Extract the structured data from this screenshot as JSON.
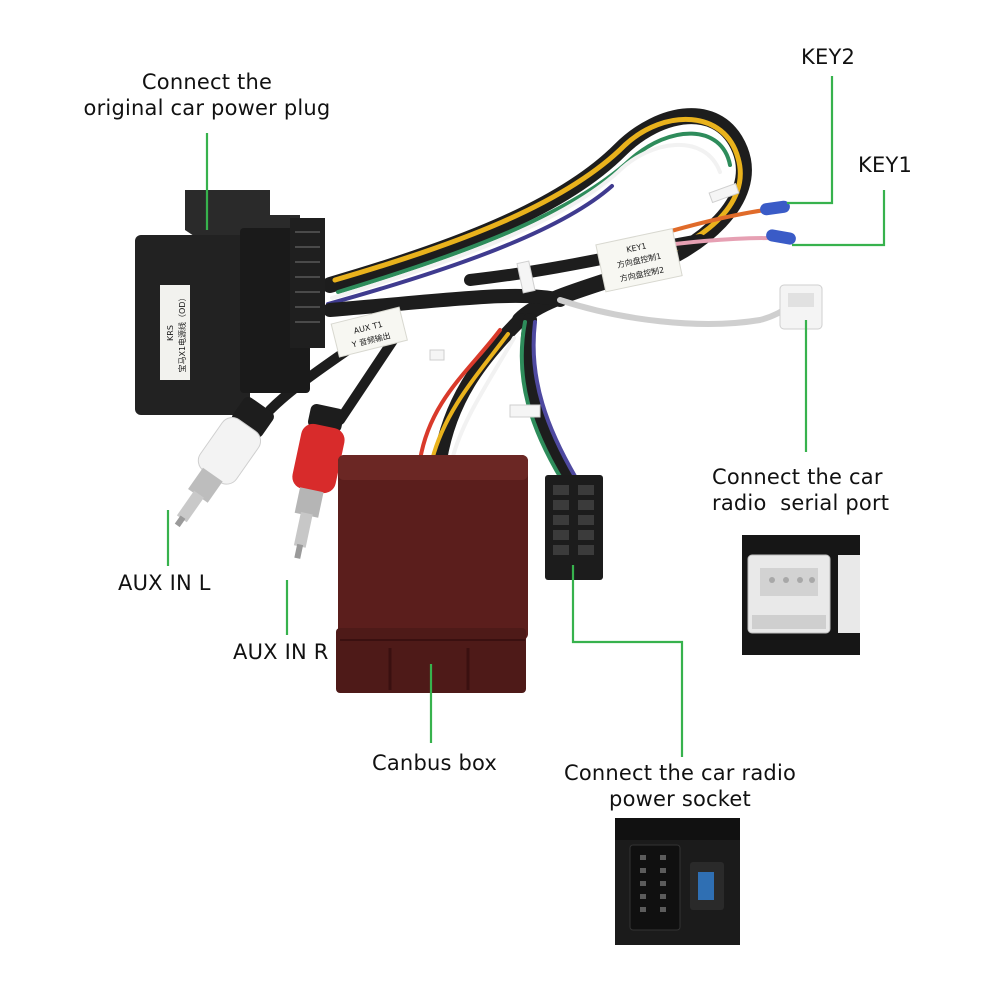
{
  "labels": {
    "power_plug": {
      "line1": "Connect the",
      "line2": "original car power plug"
    },
    "key2": "KEY2",
    "key1": "KEY1",
    "serial_port": {
      "line1": "Connect the car",
      "line2": "radio  serial port"
    },
    "aux_l": "AUX IN L",
    "aux_r": "AUX IN R",
    "canbus": "Canbus box",
    "power_socket": {
      "line1": "Connect the car radio",
      "line2": "power socket"
    }
  },
  "photo_text": {
    "plug_sticker_line1": "KRS",
    "plug_sticker_line2": "宝马X1电源线（OD）",
    "aux_tag_line1": "AUX T1",
    "aux_tag_line2": "Y 音频输出",
    "key_tag_line1": "KEY1",
    "key_tag_line2": "方向盘控制1",
    "key_tag_line3": "方向盘控制2"
  },
  "colors": {
    "leader": "#37b24d",
    "text": "#111111",
    "connector_black": "#1c1c1c",
    "canbus_box": "#5b1e1c"
  },
  "icons": [
    "power-plug",
    "rca-plug-white",
    "rca-plug-red",
    "canbus-box",
    "radio-power-connector",
    "serial-port-connector",
    "key-wire-tips"
  ]
}
